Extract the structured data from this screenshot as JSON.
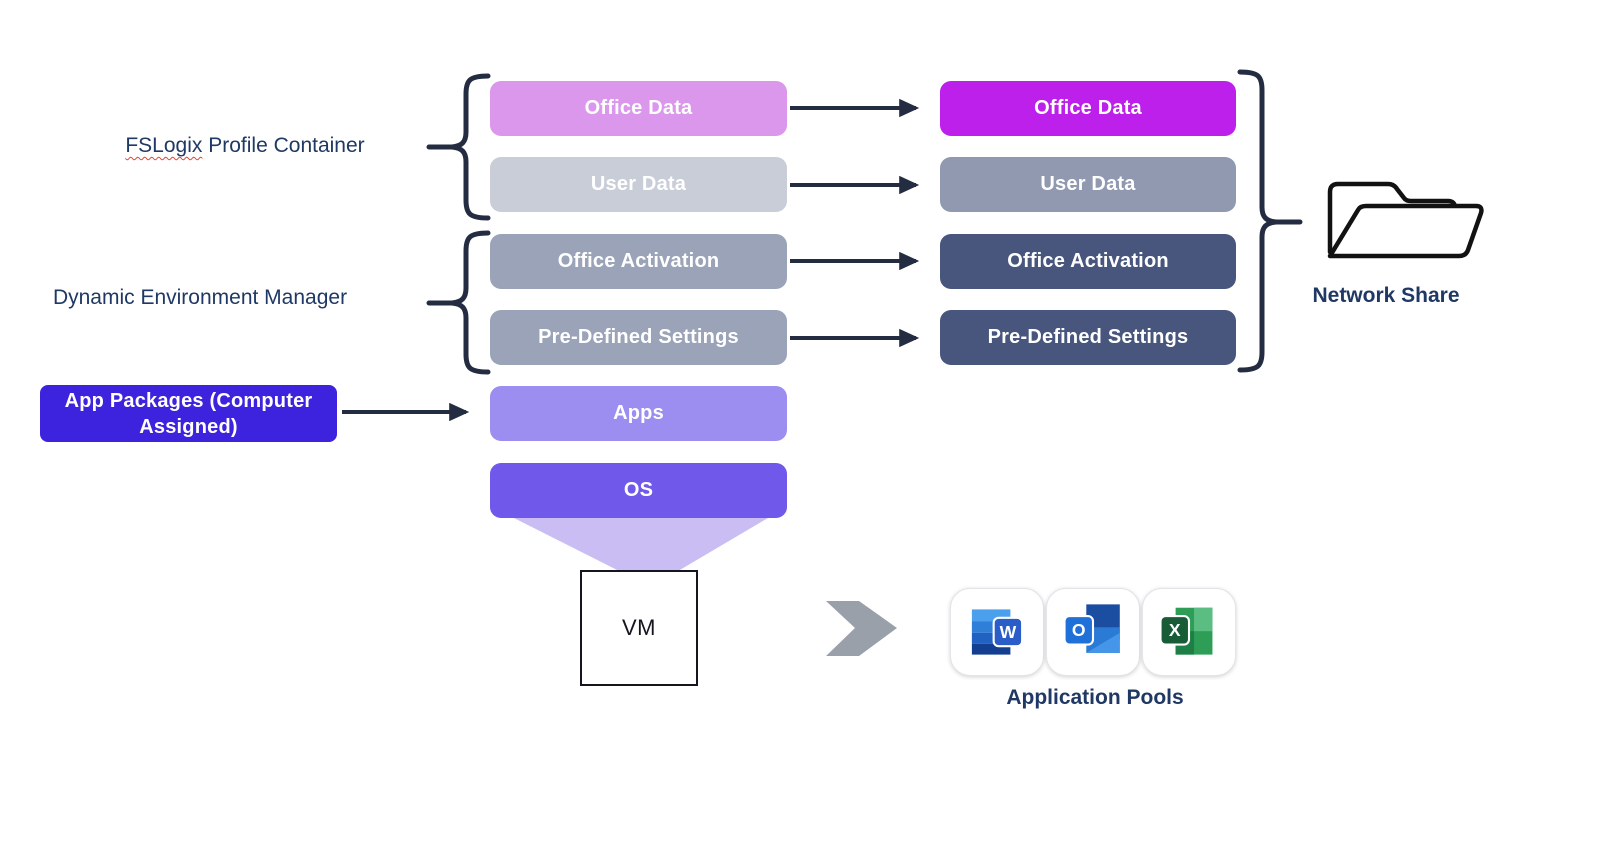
{
  "left_labels": {
    "fslogix_word": "FSLogix",
    "fslogix_rest": "Profile Container",
    "dem": "Dynamic Environment Manager"
  },
  "app_packages": {
    "line1": "App Packages (Computer",
    "line2": "Assigned)",
    "bg": "#3d23dd"
  },
  "local_stack": [
    {
      "label": "Office Data",
      "bg": "#db97ec"
    },
    {
      "label": "User Data",
      "bg": "#c9cdd8"
    },
    {
      "label": "Office Activation",
      "bg": "#9aa3b8"
    },
    {
      "label": "Pre-Defined Settings",
      "bg": "#9aa3b8"
    },
    {
      "label": "Apps",
      "bg": "#9c8ef0"
    },
    {
      "label": "OS",
      "bg": "#6f58ea"
    }
  ],
  "network_stack": [
    {
      "label": "Office Data",
      "bg": "#bc20ea"
    },
    {
      "label": "User Data",
      "bg": "#9099b0"
    },
    {
      "label": "Office Activation",
      "bg": "#48567d"
    },
    {
      "label": "Pre-Defined Settings",
      "bg": "#48567d"
    }
  ],
  "vm": {
    "label": "VM"
  },
  "network_share": {
    "label": "Network Share"
  },
  "application_pools": {
    "label": "Application Pools",
    "icons": [
      {
        "name": "word-icon",
        "letter": "W"
      },
      {
        "name": "outlook-icon",
        "letter": "O"
      },
      {
        "name": "excel-icon",
        "letter": "X"
      }
    ]
  },
  "colors": {
    "connector": "#232c41",
    "label_text": "#1f3864",
    "chevron": "#9aa0aa",
    "funnel": "#c9bdf3",
    "misspell_underline": "#e0452f"
  }
}
